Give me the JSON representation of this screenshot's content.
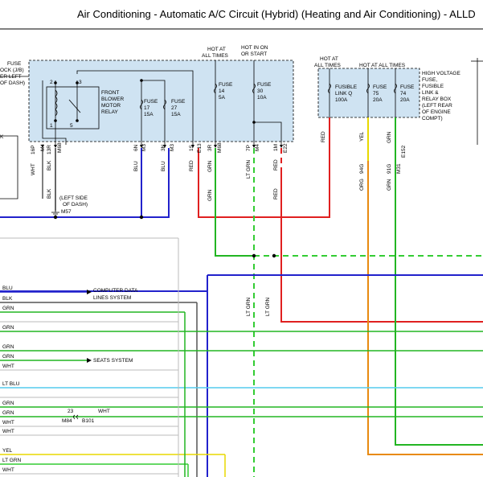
{
  "title": "Air Conditioning - Automatic A/C Circuit (Hybrid) (Heating and Air Conditioning) - ALLD",
  "colors": {
    "shade": "#cfe3f2",
    "red": "#e02020",
    "blue": "#2222cc",
    "green": "#22b522",
    "ltgreen": "#33cc33",
    "ltblue": "#55ccee",
    "yellow": "#e8d800",
    "orange": "#e88a10",
    "gray": "#777777",
    "black": "#000000",
    "grid": "#bbbbbb"
  },
  "labels": {
    "fuse_topleft": "FUSE",
    "jb_lines": [
      "OCK (J/B)",
      "ER LEFT",
      "OF DASH)"
    ],
    "k_left": "K",
    "relay": [
      "FRONT",
      "BLOWER",
      "MOTOR",
      "RELAY"
    ],
    "pin2": "2",
    "pin3": "3",
    "pin1": "1",
    "pin5": "5",
    "fuse17": [
      "FUSE",
      "17",
      "15A"
    ],
    "fuse27": [
      "FUSE",
      "27",
      "15A"
    ],
    "hot_always_1": [
      "HOT AT",
      "ALL TIMES"
    ],
    "hot_on_start": [
      "HOT IN ON",
      "OR START"
    ],
    "fuse14": [
      "FUSE",
      "14",
      "5A"
    ],
    "fuse30": [
      "FUSE",
      "30",
      "10A"
    ],
    "hot_always_2": [
      "HOT AT",
      "ALL TIMES"
    ],
    "hot_always_3": "HOT AT ALL TIMES",
    "fusible_q": [
      "FUSIBLE",
      "LINK Q",
      "100A"
    ],
    "fuse75": [
      "FUSE",
      "75",
      "20A"
    ],
    "fuse74": [
      "FUSE",
      "74",
      "20A"
    ],
    "hv_box": [
      "HIGH VOLTAGE",
      "FUSE,",
      "FUSIBLE",
      "LINK &",
      "RELAY BOX",
      "(LEFT REAR",
      "OF ENGINE",
      "COMPT)"
    ],
    "connectors": [
      "16P",
      "M4",
      "13R",
      "M68",
      "6N",
      "M3",
      "3N",
      "M3",
      "1S",
      "E13",
      "3R",
      "M68",
      "7P",
      "M4",
      "1M",
      "E22"
    ],
    "wire_top": [
      "WHT",
      "BLK",
      "BLU",
      "BLU",
      "RED",
      "GRN",
      "LT GRN",
      "RED",
      "RED",
      "YEL",
      "GRN"
    ],
    "blk2": "BLK",
    "ground": [
      "(LEFT SIDE",
      "OF DASH)",
      "M57"
    ],
    "grn_mid1": "GRN",
    "red_mid": "RED",
    "right_mid": [
      "ORG",
      "94G",
      "GRN",
      "91G",
      "M31",
      "E152"
    ],
    "ltgrn_mid": [
      "LT GRN",
      "LT GRN"
    ],
    "left_wires": [
      "BLU",
      "BLK",
      "GRN",
      "GRN",
      "GRN",
      "GRN",
      "WHT",
      "LT BLU",
      "GRN",
      "GRN",
      "WHT",
      "WHT",
      "YEL",
      "LT GRN",
      "WHT"
    ],
    "computer_data": [
      "COMPUTER DATA",
      "LINES SYSTEM"
    ],
    "seats": "SEATS SYSTEM",
    "splice": [
      "23",
      "M84",
      "B101",
      "WHT"
    ]
  }
}
